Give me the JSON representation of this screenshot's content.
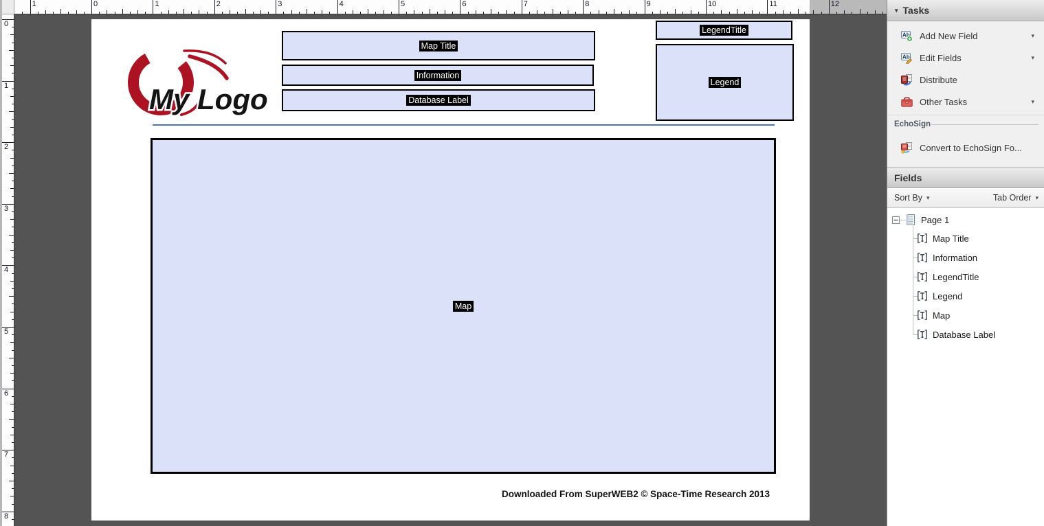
{
  "rulers": {
    "horizontal_labels": [
      "1",
      "0",
      "1",
      "2",
      "3",
      "4",
      "5",
      "6",
      "7",
      "8",
      "9",
      "10",
      "11",
      "12"
    ],
    "vertical_labels": [
      "0",
      "1",
      "2",
      "3",
      "4",
      "5",
      "6",
      "7",
      "8"
    ]
  },
  "document": {
    "logo_text": "My Logo",
    "fields": {
      "map_title": "Map Title",
      "information": "Information",
      "database_label": "Database Label",
      "legend_title": "LegendTitle",
      "legend": "Legend",
      "map": "Map"
    },
    "footer": "Downloaded From SuperWEB2 © Space-Time Research 2013"
  },
  "sidebar": {
    "tasks": {
      "title": "Tasks",
      "items": [
        {
          "label": "Add New Field",
          "icon": "add-new-field-icon",
          "has_dropdown": true
        },
        {
          "label": "Edit Fields",
          "icon": "edit-fields-icon",
          "has_dropdown": true
        },
        {
          "label": "Distribute",
          "icon": "distribute-icon",
          "has_dropdown": false
        },
        {
          "label": "Other Tasks",
          "icon": "other-tasks-icon",
          "has_dropdown": true
        }
      ]
    },
    "echosign": {
      "title": "EchoSign",
      "convert_label": "Convert to EchoSign Fo..."
    },
    "fields_panel": {
      "title": "Fields",
      "sort_by_label": "Sort By",
      "sort_value_label": "Tab Order",
      "tree": {
        "root": "Page 1",
        "children": [
          "Map Title",
          "Information",
          "LegendTitle",
          "Legend",
          "Map",
          "Database Label"
        ]
      }
    }
  },
  "colors": {
    "canvas_bg": "#545454",
    "field_fill": "#dce1fa",
    "field_border": "#000000",
    "label_chip_bg": "#000000",
    "label_chip_fg": "#ffffff",
    "rule_line": "#4a77b4",
    "logo_red": "#ad1222",
    "sidebar_bg": "#f0f0f0"
  }
}
